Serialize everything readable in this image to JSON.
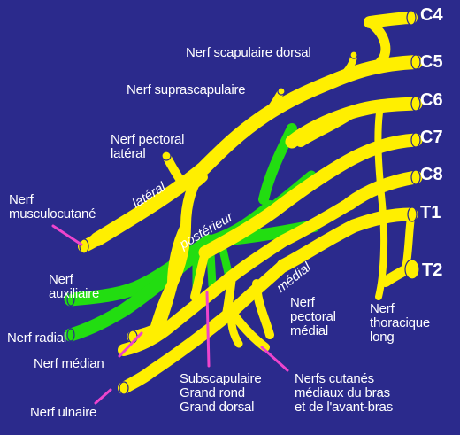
{
  "roots": {
    "c4": "C4",
    "c5": "C5",
    "c6": "C6",
    "c7": "C7",
    "c8": "C8",
    "t1": "T1",
    "t2": "T2"
  },
  "cords": {
    "lateral": "latéral",
    "posterior": "postérieur",
    "medial": "médial"
  },
  "labels": {
    "scapulaire_dorsal": "Nerf scapulaire dorsal",
    "suprascapulaire": "Nerf suprascapulaire",
    "pectoral_lateral": "Nerf pectoral\nlatéral",
    "musculocutane": "Nerf\nmusculocutané",
    "axillaire": "Nerf\nauxiliaire",
    "radial": "Nerf radial",
    "median": "Nerf médian",
    "ulnaire": "Nerf ulnaire",
    "subscapulaire": "Subscapulaire\nGrand rond\nGrand dorsal",
    "cutanes": "Nerfs cutanés\nmédiaux du bras\net de l'avant-bras",
    "pectoral_medial": "Nerf\npectoral\nmédial",
    "thoracique_long": "Nerf\nthoracique\nlong"
  },
  "colors": {
    "background": "#2b2a8c",
    "nerve_yellow": "#ffef00",
    "nerve_green": "#22dd11",
    "pointer_magenta": "#ee44cc",
    "text": "#ffffff"
  }
}
